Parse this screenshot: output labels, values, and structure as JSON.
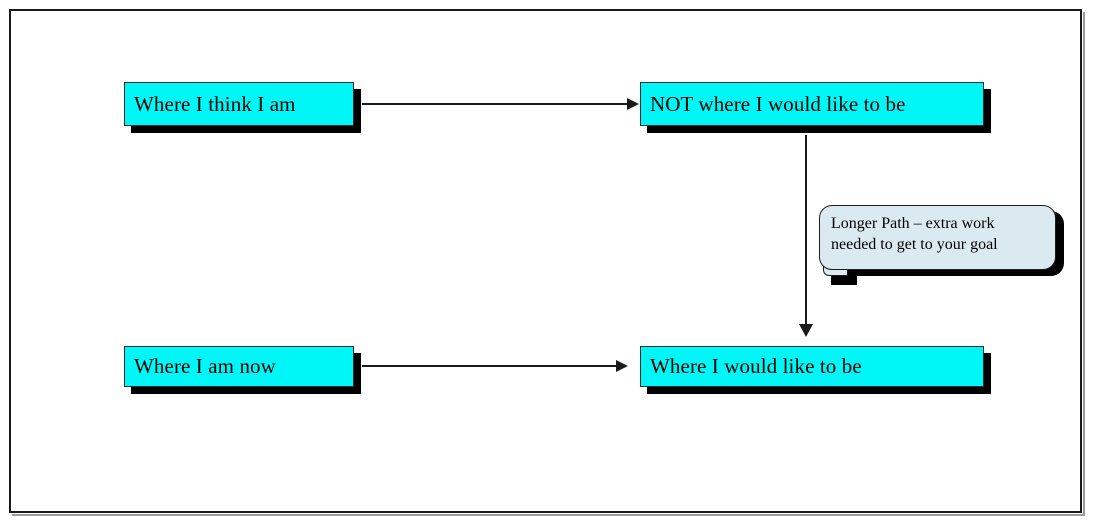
{
  "diagram": {
    "title": "Where I think I am vs Where I am now path diagram",
    "colors": {
      "node_fill": "#00F7F7",
      "node_border": "#2B2B2B",
      "node_shadow": "#000000",
      "callout_fill": "#DBE9F0",
      "callout_border": "#1D1D1D",
      "arrow": "#1A1A1A",
      "frame_border": "#1A1A1A",
      "background": "#FFFFFF"
    },
    "nodes": [
      {
        "id": "where-i-think-i-am",
        "label": "Where I think I am"
      },
      {
        "id": "not-where-i-would-like-to-be",
        "label": "NOT where I would like to be"
      },
      {
        "id": "where-i-am-now",
        "label": "Where I am now"
      },
      {
        "id": "where-i-would-like-to-be",
        "label": "Where I would like to be"
      }
    ],
    "callout": {
      "id": "longer-path-callout",
      "line1": "Longer Path – extra work",
      "line2": "needed to get to your goal"
    },
    "connectors": [
      {
        "id": "arrow-think-to-not",
        "from": "where-i-think-i-am",
        "to": "not-where-i-would-like-to-be",
        "direction": "right"
      },
      {
        "id": "arrow-not-to-goal",
        "from": "not-where-i-would-like-to-be",
        "to": "where-i-would-like-to-be",
        "direction": "down"
      },
      {
        "id": "arrow-now-to-goal",
        "from": "where-i-am-now",
        "to": "where-i-would-like-to-be",
        "direction": "right"
      }
    ]
  }
}
